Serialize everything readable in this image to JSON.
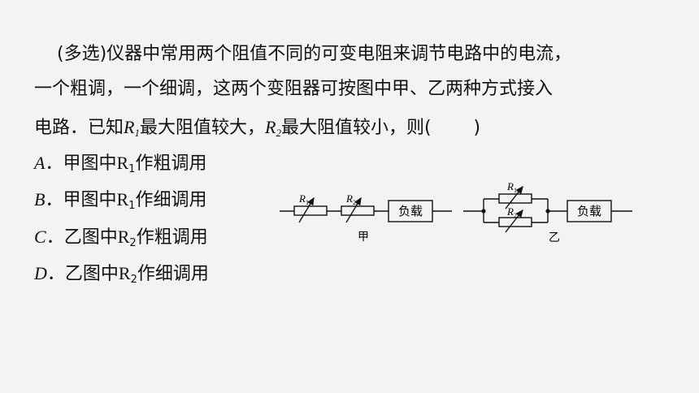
{
  "question": {
    "line1": "(多选)仪器中常用两个阻值不同的可变电阻来调节电路中的电流，",
    "line2": "一个粗调，一个细调，这两个变阻器可按图中甲、乙两种方式接入",
    "line3_pre": "电路．已知",
    "R": "R",
    "sub1": "1",
    "sub2": "2",
    "line3_mid": "最大阻值较大，",
    "line3_post": "最大阻值较小，则(",
    "line3_end": ")"
  },
  "options": [
    {
      "letter": "A",
      "sep": "．",
      "pre": "甲图中",
      "R": "R",
      "sub": "1",
      "post": "作粗调用"
    },
    {
      "letter": "B",
      "sep": "．",
      "pre": "甲图中",
      "R": "R",
      "sub": "1",
      "post": "作细调用"
    },
    {
      "letter": "C",
      "sep": "．",
      "pre": "乙图中",
      "R": "R",
      "sub": "2",
      "post": "作粗调用"
    },
    {
      "letter": "D",
      "sep": "．",
      "pre": "乙图中",
      "R": "R",
      "sub": "2",
      "post": "作细调用"
    }
  ],
  "diagram": {
    "r1_label": "R",
    "r1_sub": "1",
    "r2_label": "R",
    "r2_sub": "2",
    "load": "负载",
    "caption_a": "甲",
    "caption_b": "乙"
  }
}
